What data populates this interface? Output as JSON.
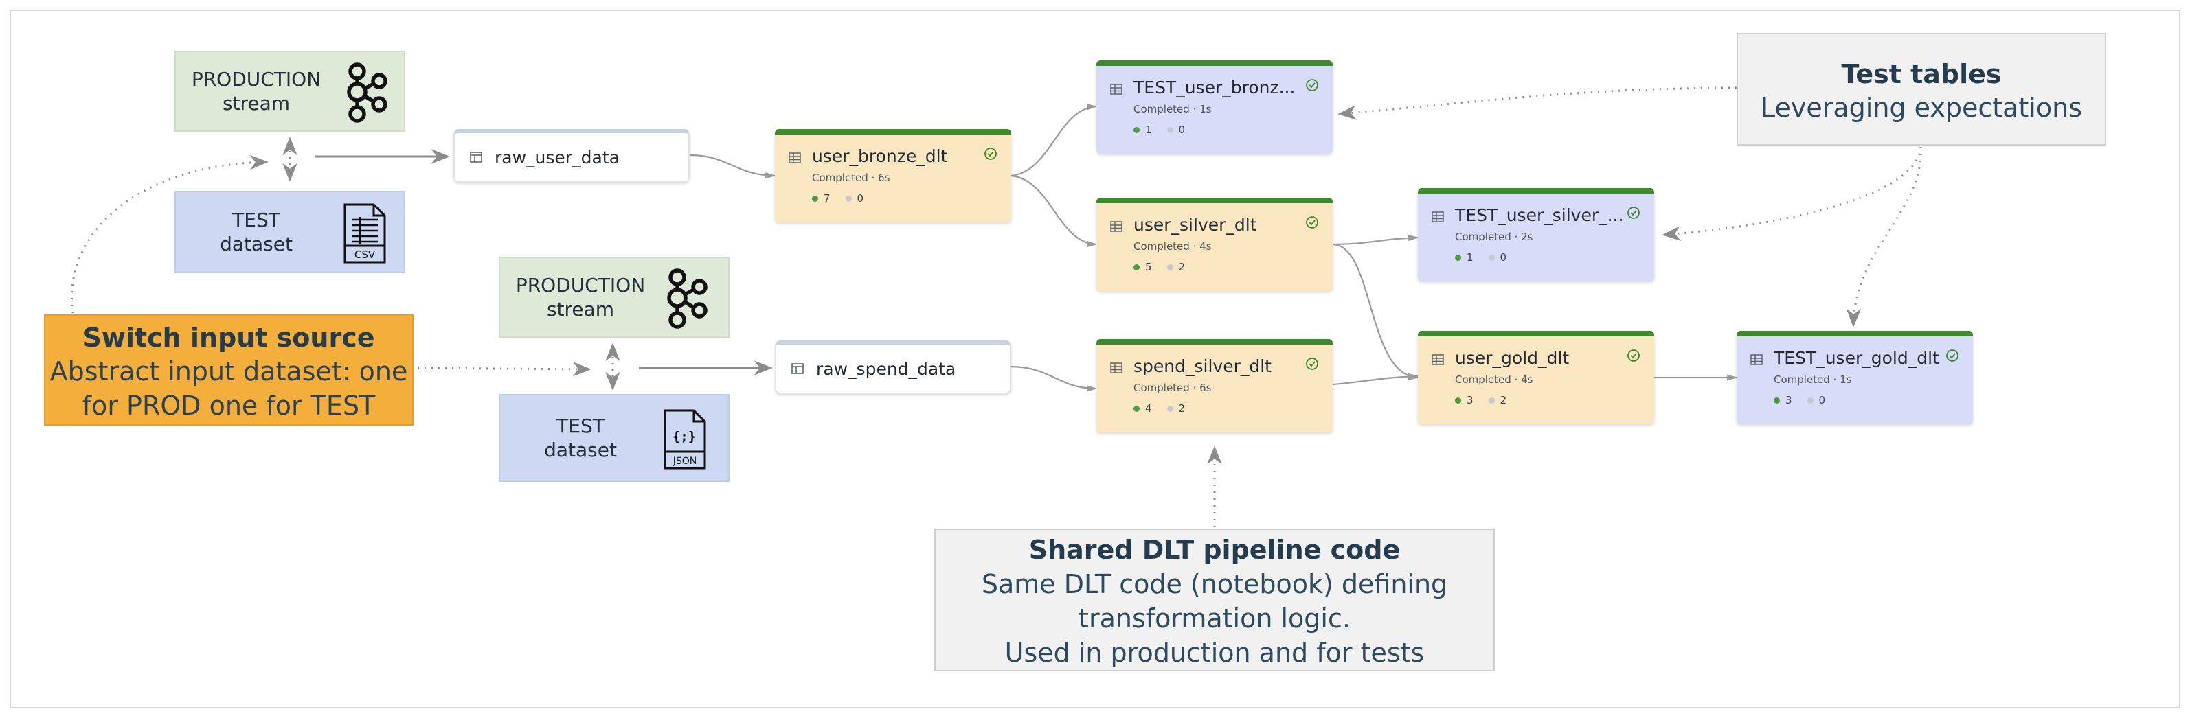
{
  "sources": [
    {
      "id": "prod_stream_1",
      "kind": "production",
      "line1": "PRODUCTION",
      "line2": "stream",
      "icon": "kafka-icon"
    },
    {
      "id": "test_dataset_1",
      "kind": "test",
      "line1": "TEST",
      "line2": "dataset",
      "icon": "csv-file-icon",
      "icon_text": "CSV"
    },
    {
      "id": "prod_stream_2",
      "kind": "production",
      "line1": "PRODUCTION",
      "line2": "stream",
      "icon": "kafka-icon"
    },
    {
      "id": "test_dataset_2",
      "kind": "test",
      "line1": "TEST",
      "line2": "dataset",
      "icon": "json-file-icon",
      "icon_text": "JSON",
      "icon_symbol": "{;}"
    }
  ],
  "raw_tables": [
    {
      "name": "raw_user_data"
    },
    {
      "name": "raw_spend_data"
    }
  ],
  "tables": [
    {
      "name": "user_bronze_dlt",
      "status": "Completed · 6s",
      "passed": "7",
      "failed": "0",
      "kind": "pipeline"
    },
    {
      "name": "user_silver_dlt",
      "status": "Completed · 4s",
      "passed": "5",
      "failed": "2",
      "kind": "pipeline"
    },
    {
      "name": "spend_silver_dlt",
      "status": "Completed · 6s",
      "passed": "4",
      "failed": "2",
      "kind": "pipeline"
    },
    {
      "name": "user_gold_dlt",
      "status": "Completed · 4s",
      "passed": "3",
      "failed": "2",
      "kind": "pipeline"
    },
    {
      "name": "TEST_user_bronz...",
      "status": "Completed · 1s",
      "passed": "1",
      "failed": "0",
      "kind": "test"
    },
    {
      "name": "TEST_user_silver_...",
      "status": "Completed · 2s",
      "passed": "1",
      "failed": "0",
      "kind": "test"
    },
    {
      "name": "TEST_user_gold_dlt",
      "status": "Completed · 1s",
      "passed": "3",
      "failed": "0",
      "kind": "test"
    }
  ],
  "callouts": {
    "test_tables": {
      "title": "Test tables",
      "body": "Leveraging expectations"
    },
    "switch_input": {
      "title": "Switch input source",
      "line1": "Abstract input dataset: one",
      "line2": "for PROD one for TEST"
    },
    "shared_code": {
      "title": "Shared DLT pipeline code",
      "line1": "Same DLT code (notebook) defining",
      "line2": "transformation logic.",
      "line3": "Used in production and for tests"
    }
  },
  "colors": {
    "production_fill": "#dfe9d7",
    "test_fill": "#cdd9f3",
    "pipeline_node_fill": "#fae7c2",
    "test_node_fill": "#d9dcf8",
    "node_accent": "#3f8a2d",
    "switch_callout_fill": "#f4ae3c",
    "callout_fill": "#f1f1f1",
    "passed_dot": "#4c9a42",
    "failed_dot": "#c6c9cf"
  }
}
